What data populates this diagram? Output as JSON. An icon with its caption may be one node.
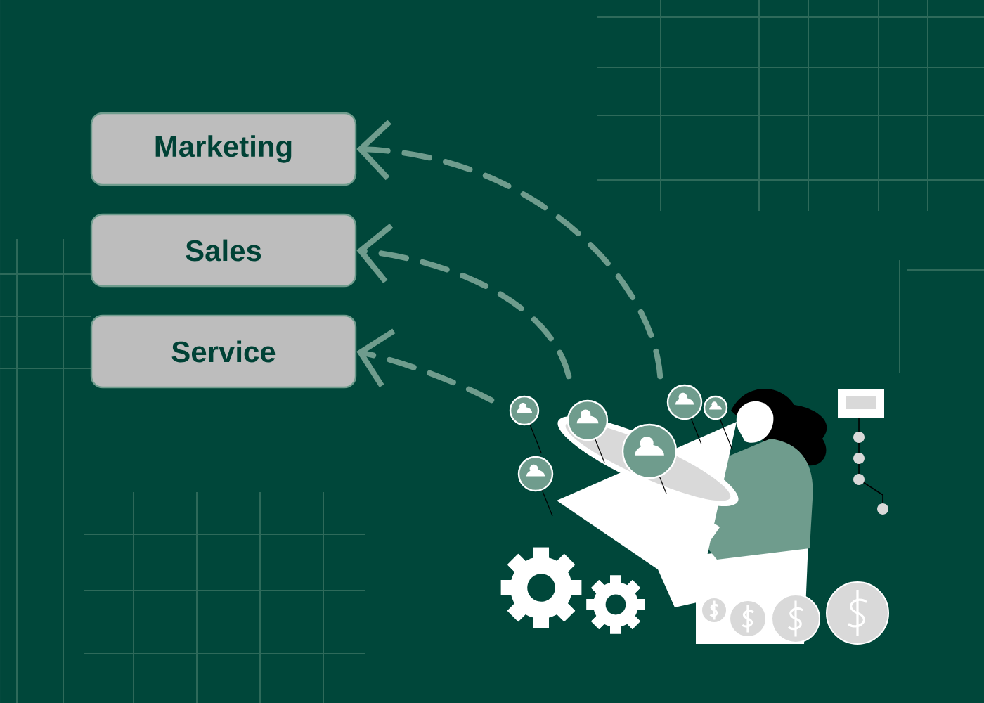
{
  "diagram": {
    "nodes": [
      {
        "text": [
          "Marketing"
        ]
      },
      {
        "text": [
          "Sales"
        ]
      },
      {
        "text": [
          "Service"
        ]
      },
      {
        "text": [],
        "shape": "picture"
      }
    ],
    "edges": [
      {
        "from": 3,
        "to": 0,
        "arrow": "to",
        "style": "dashed"
      },
      {
        "from": 3,
        "to": 1,
        "arrow": "to",
        "style": "dashed"
      },
      {
        "from": 3,
        "to": 2,
        "arrow": "to",
        "style": "dashed"
      }
    ]
  }
}
